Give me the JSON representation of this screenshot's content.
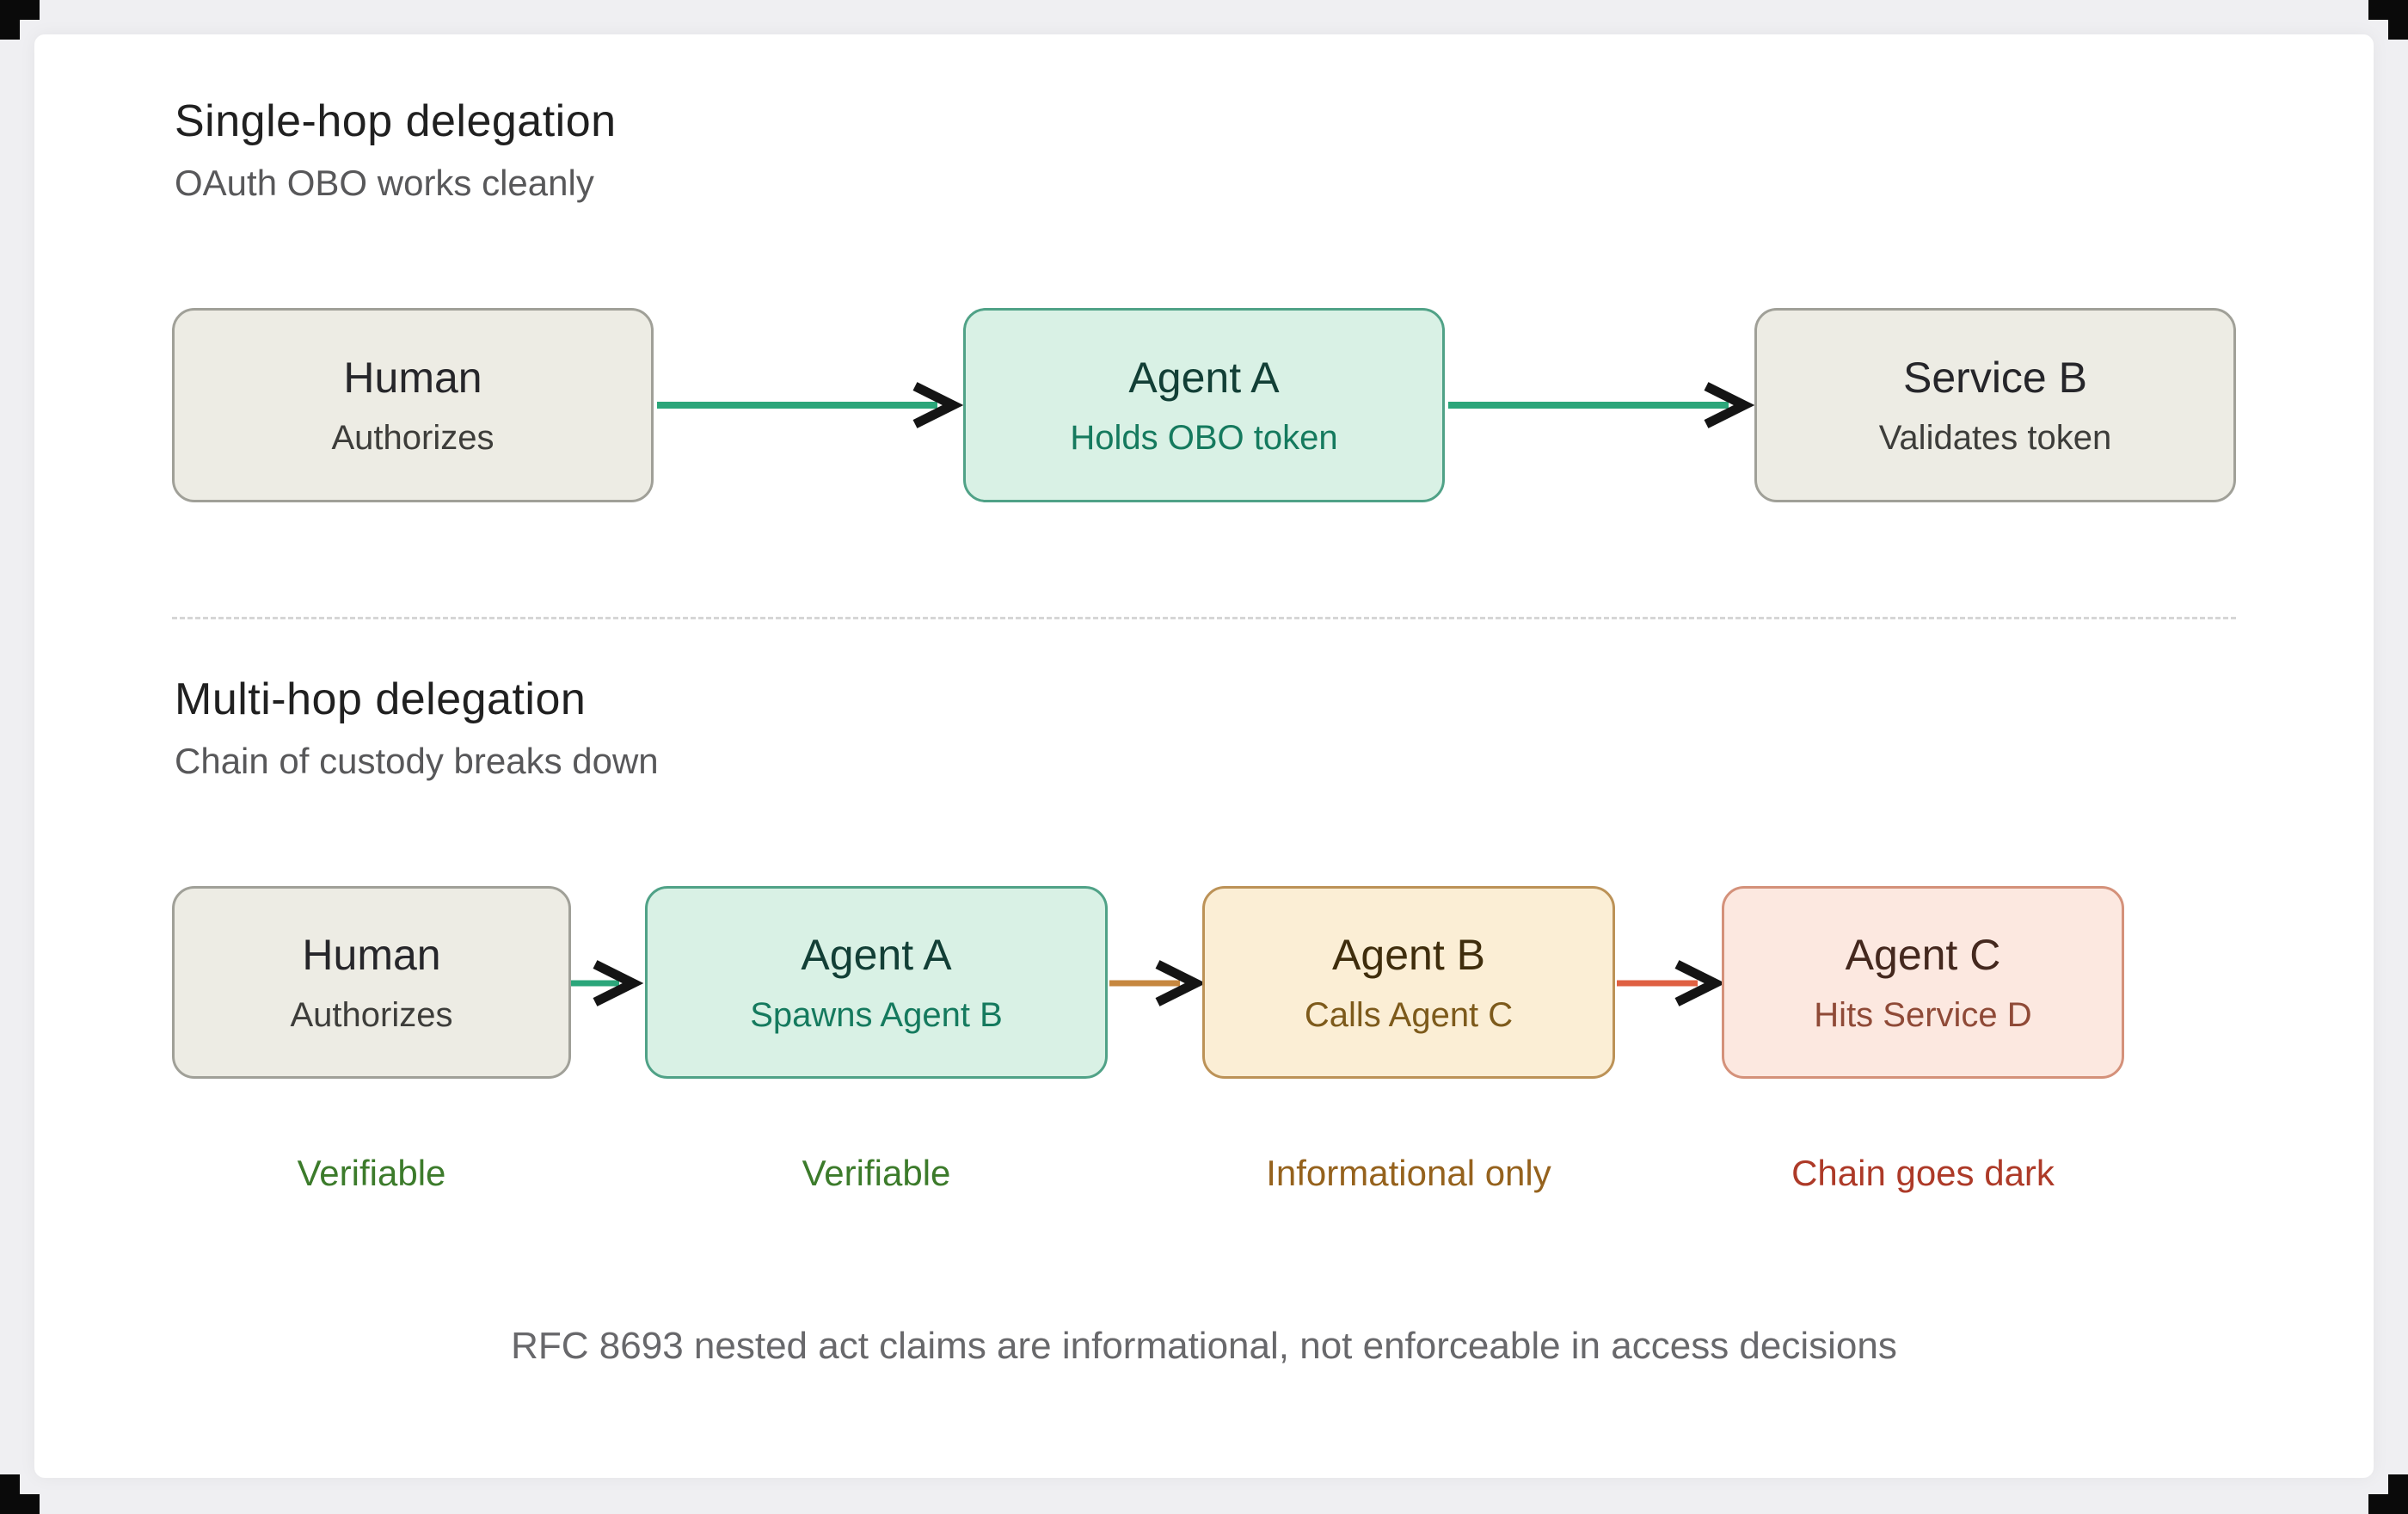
{
  "single": {
    "title": "Single-hop delegation",
    "subtitle": "OAuth OBO works cleanly",
    "nodes": [
      {
        "title": "Human",
        "subtitle": "Authorizes",
        "variant": "gray"
      },
      {
        "title": "Agent A",
        "subtitle": "Holds OBO token",
        "variant": "teal"
      },
      {
        "title": "Service B",
        "subtitle": "Validates token",
        "variant": "gray"
      }
    ]
  },
  "multi": {
    "title": "Multi-hop delegation",
    "subtitle": "Chain of custody breaks down",
    "nodes": [
      {
        "title": "Human",
        "subtitle": "Authorizes",
        "variant": "gray",
        "verdict": "Verifiable",
        "verdict_color": "#3c7b2b"
      },
      {
        "title": "Agent A",
        "subtitle": "Spawns Agent B",
        "variant": "teal",
        "verdict": "Verifiable",
        "verdict_color": "#3c7b2b"
      },
      {
        "title": "Agent B",
        "subtitle": "Calls Agent C",
        "variant": "orange",
        "verdict": "Informational only",
        "verdict_color": "#95621d"
      },
      {
        "title": "Agent C",
        "subtitle": "Hits Service D",
        "variant": "pink",
        "verdict": "Chain goes dark",
        "verdict_color": "#ad3a28"
      }
    ]
  },
  "footer": {
    "text": "RFC 8693 nested act claims are informational, not enforceable in access decisions"
  },
  "colors": {
    "arrow_green": "#2ba67a",
    "arrow_orange": "#c6873f",
    "arrow_red": "#df6042",
    "arrowhead": "#141414",
    "node_gray_fill": "#edece4",
    "node_teal_fill": "#d9f1e5",
    "node_orange_fill": "#fbeed5",
    "node_pink_fill": "#fce8e0",
    "background": "#efeff2",
    "card": "#ffffff"
  }
}
